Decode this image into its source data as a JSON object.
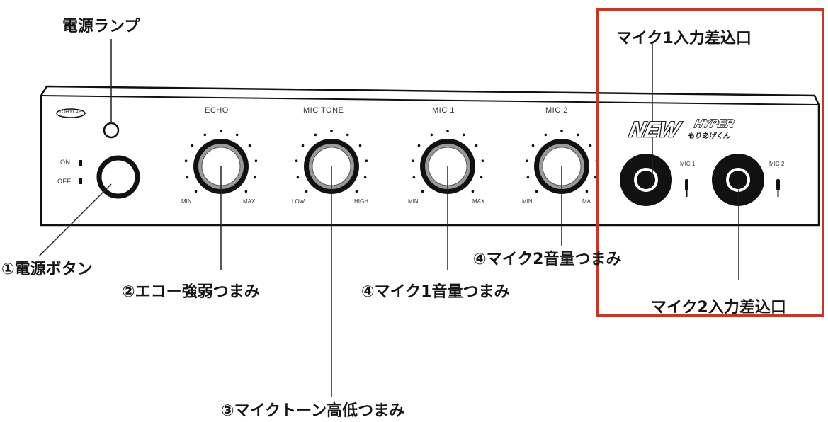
{
  "callouts": {
    "power_lamp": "電源ランプ",
    "power_button": "①電源ボタン",
    "echo_knob": "②エコー強弱つまみ",
    "mic_tone_knob": "③マイクトーン高低つまみ",
    "mic1_volume": "④マイク1音量つまみ",
    "mic2_volume": "④マイク2音量つまみ",
    "mic1_input": "マイク1入力差込口",
    "mic2_input": "マイク2入力差込口"
  },
  "panel": {
    "brand_badge": "TOHYLAB",
    "on_label": "ON",
    "off_label": "OFF",
    "knobs": [
      {
        "title": "ECHO",
        "min": "MIN",
        "max": "MAX"
      },
      {
        "title": "MIC TONE",
        "min": "LOW",
        "max": "HIGH"
      },
      {
        "title": "MIC 1",
        "min": "MIN",
        "max": "MAX"
      },
      {
        "title": "MIC 2",
        "min": "MIN",
        "max": "MA"
      }
    ],
    "logo_new": "NEW",
    "logo_hyper": "HYPER",
    "logo_sub": "もりあげくん",
    "jack1_label": "MIC 1",
    "jack2_label": "MIC 2"
  },
  "colors": {
    "highlight_box": "#c0392b",
    "outline": "#111111"
  }
}
